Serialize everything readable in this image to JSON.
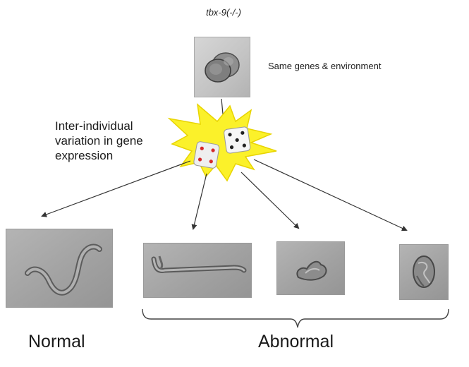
{
  "header": {
    "genotype": "tbx-9(-/-)"
  },
  "annotation": {
    "same_genes": "Same genes  & environment"
  },
  "variation": {
    "line1": "Inter-individual",
    "line2": "variation in gene",
    "line3": "expression"
  },
  "outcomes": {
    "normal": "Normal",
    "abnormal": "Abnormal"
  },
  "colors": {
    "starburst_fill": "#fbf12a",
    "starburst_stroke": "#e8d400",
    "dice_pips_red": "#d42a2a",
    "dice_pips_dark": "#222222",
    "panel_gray": "#a6a6a6"
  }
}
